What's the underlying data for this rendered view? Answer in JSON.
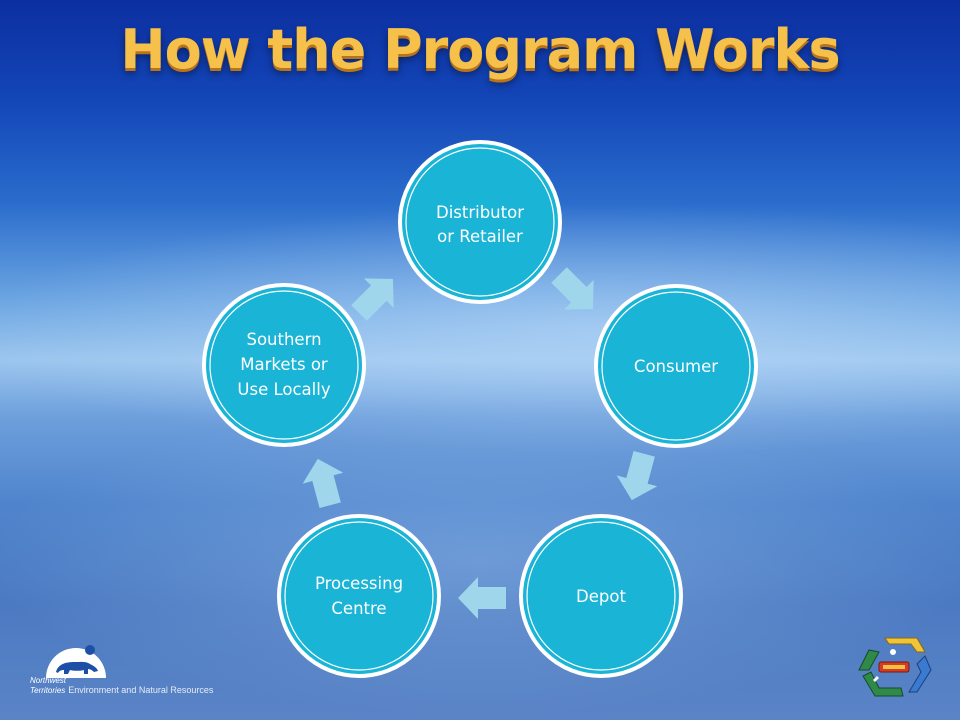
{
  "slide": {
    "title": "How the Program Works"
  },
  "diagram": {
    "nodes": [
      {
        "id": "distributor",
        "lines": [
          "Distributor",
          "or Retailer"
        ]
      },
      {
        "id": "consumer",
        "lines": [
          "Consumer"
        ]
      },
      {
        "id": "depot",
        "lines": [
          "Depot"
        ]
      },
      {
        "id": "processing",
        "lines": [
          "Processing",
          "Centre"
        ]
      },
      {
        "id": "southern",
        "lines": [
          "Southern",
          "Markets or",
          "Use Locally"
        ]
      }
    ],
    "colors": {
      "node_fill": "#1ab4d6",
      "node_ring": "#ffffff",
      "arrow_fill": "#9fd6ec"
    }
  },
  "footer": {
    "org_line1": "Northwest",
    "org_line2": "Territories",
    "department": "Environment and Natural Resources"
  }
}
